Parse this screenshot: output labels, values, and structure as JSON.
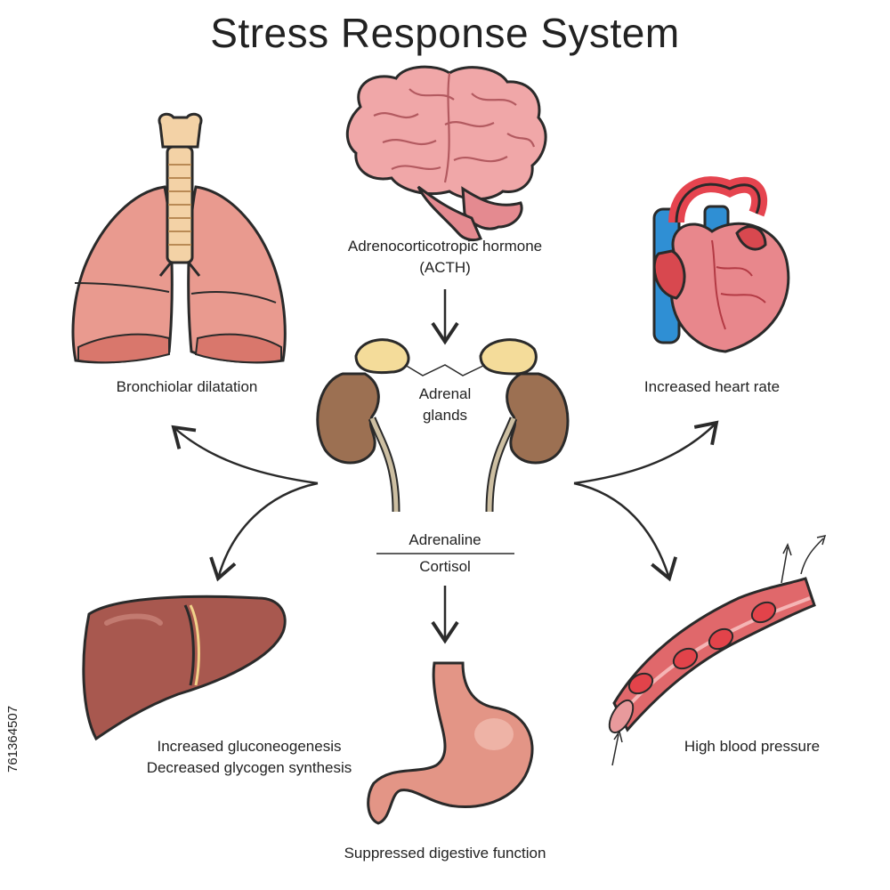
{
  "title": "Stress Response System",
  "labels": {
    "brain_line1": "Adrenocorticotropic hormone",
    "brain_line2": "(ACTH)",
    "adrenal_line1": "Adrenal",
    "adrenal_line2": "glands",
    "lungs": "Bronchiolar dilatation",
    "heart": "Increased heart rate",
    "hormone_top": "Adrenaline",
    "hormone_bottom": "Cortisol",
    "liver_line1": "Increased gluconeogenesis",
    "liver_line2": "Decreased glycogen synthesis",
    "stomach": "Suppressed digestive function",
    "vessel": "High blood pressure"
  },
  "side_code": "761364507",
  "colors": {
    "outline": "#2a2a2a",
    "brain": "#f0a7a8",
    "lung": "#e99a8f",
    "trachea": "#f3d2a6",
    "adrenal": "#f4dc9a",
    "kidney": "#9c7052",
    "heart": "#e8878c",
    "artery": "#e5444f",
    "vein": "#2f8fd4",
    "liver": "#a8584f",
    "stomach": "#e39586",
    "vessel": "#e0686b",
    "rbc": "#e2434a"
  }
}
